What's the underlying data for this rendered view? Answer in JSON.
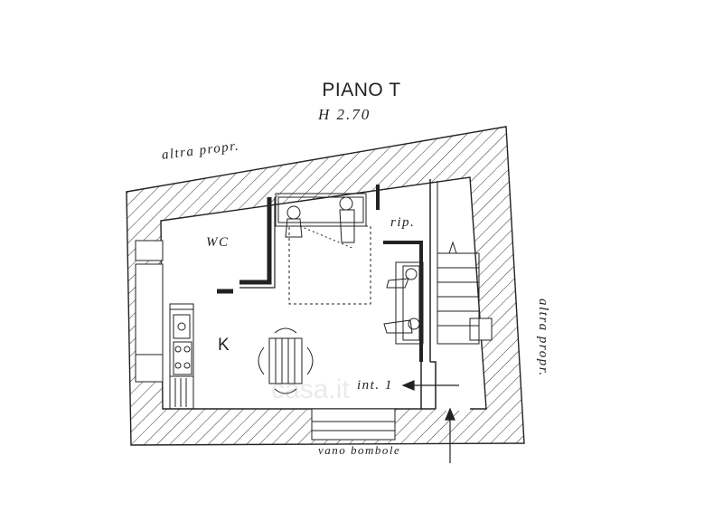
{
  "title": "PIANO T",
  "height_label": "H 2.70",
  "labels": {
    "neighbor_top": "altra propr.",
    "neighbor_right": "altra propr.",
    "wc": "WC",
    "storage": "rip.",
    "kitchen": "K",
    "entrance": "int. 1",
    "bottom": "vano bombole"
  },
  "watermark": "casa.it",
  "colors": {
    "line": "#222222",
    "background": "#ffffff"
  }
}
